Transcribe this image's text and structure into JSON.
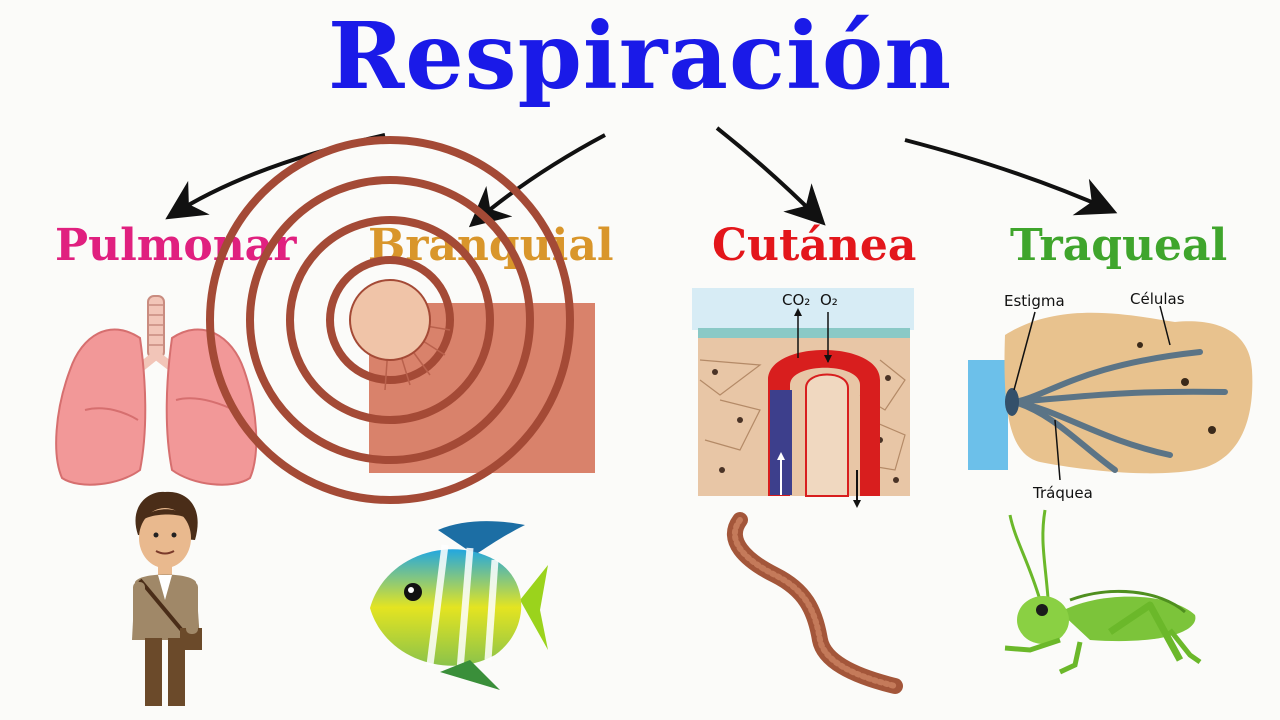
{
  "title": "Respiración",
  "categories": [
    {
      "name": "Pulmonar",
      "color": "#e0207f"
    },
    {
      "name": "Branquial",
      "color": "#d9962b"
    },
    {
      "name": "Cutánea",
      "color": "#e3161b"
    },
    {
      "name": "Traqueal",
      "color": "#3fa52c"
    }
  ],
  "colors": {
    "title": "#1a1ae8",
    "arrows": "#111111"
  },
  "cutanea_labels": {
    "co2": "CO₂",
    "o2": "O₂"
  },
  "traqueal_labels": {
    "estigma": "Estigma",
    "celulas": "Células",
    "traquea": "Tráquea"
  },
  "icons": [
    "lungs-icon",
    "man-icon",
    "gill-icon",
    "fish-icon",
    "skin-diagram-icon",
    "earthworm-icon",
    "trachea-diagram-icon",
    "grasshopper-icon"
  ]
}
